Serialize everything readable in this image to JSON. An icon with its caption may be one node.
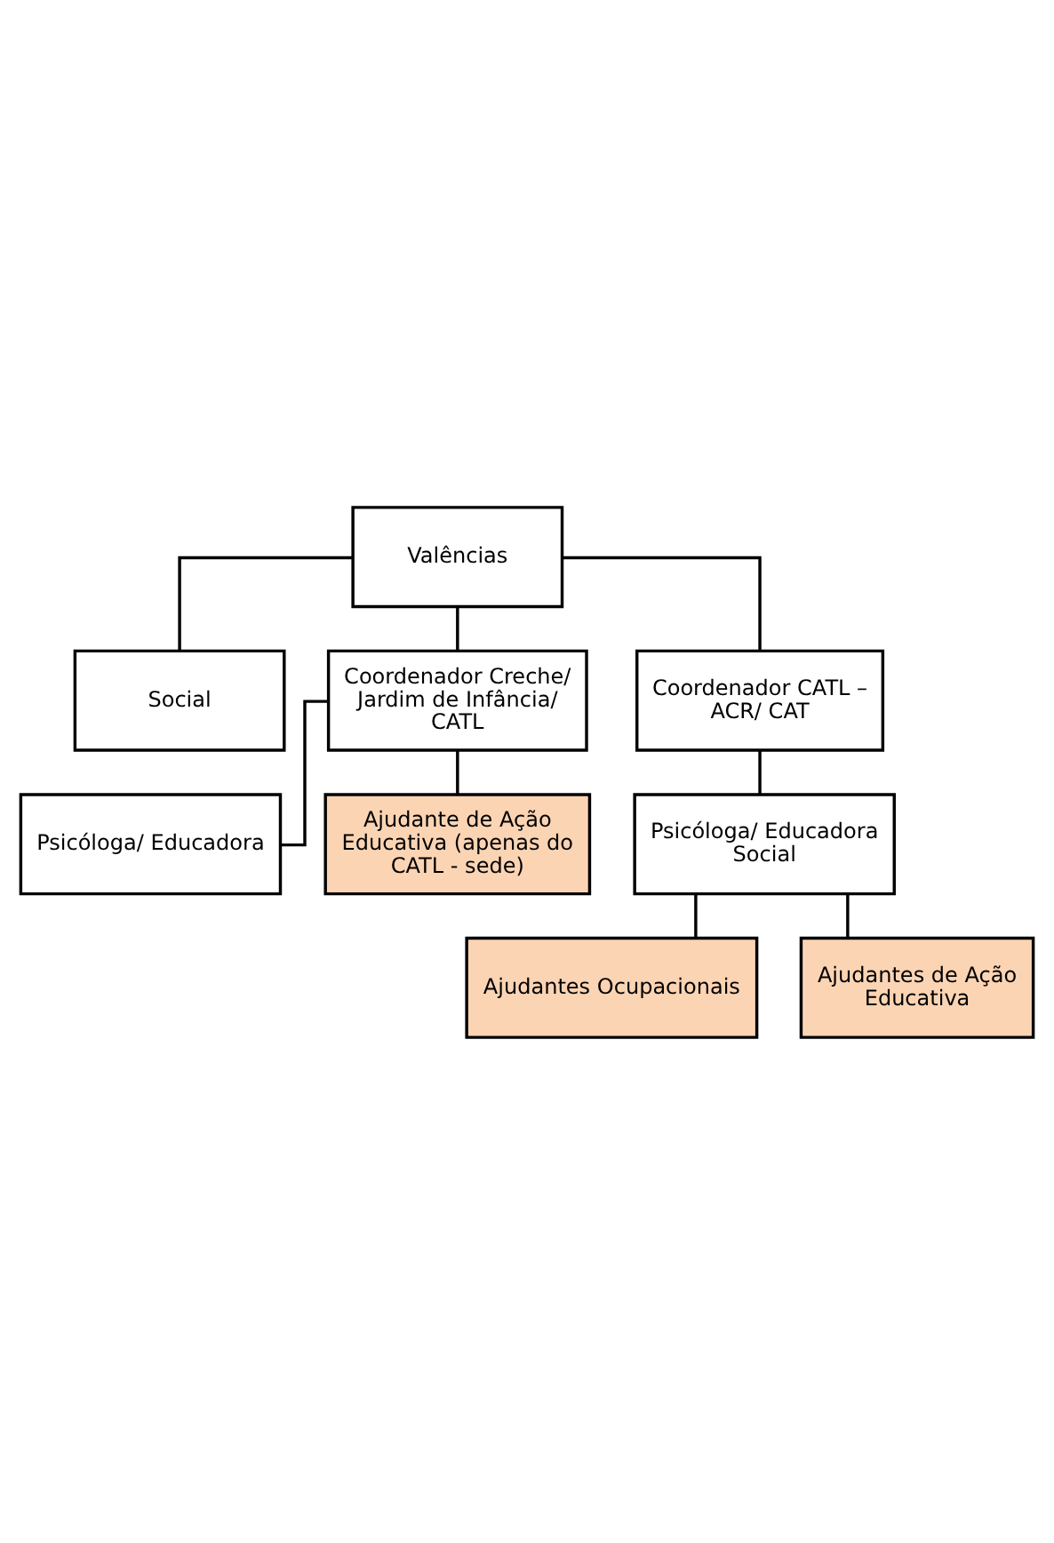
{
  "diagram": {
    "nodes": [
      {
        "text": [
          "Valências"
        ]
      },
      {
        "text": [
          "Social"
        ]
      },
      {
        "text": [
          "Coordenador Creche/ Jardim de Infância/ CATL"
        ]
      },
      {
        "text": [
          "Coordenador CATL – ACR/ CAT"
        ]
      },
      {
        "text": [
          "Psicóloga/ Educadora"
        ]
      },
      {
        "text": [
          "Ajudante de Ação Educativa (apenas do CATL - sede)"
        ]
      },
      {
        "text": [
          "Psicóloga/ Educadora Social"
        ]
      },
      {
        "text": [
          "Ajudantes Ocupacionais"
        ]
      },
      {
        "text": [
          "Ajudantes de Ação Educativa"
        ]
      }
    ],
    "edges": [
      {
        "from": 0,
        "to": 1,
        "arrow": "none"
      },
      {
        "from": 0,
        "to": 2,
        "arrow": "none"
      },
      {
        "from": 0,
        "to": 3,
        "arrow": "none"
      },
      {
        "from": 2,
        "to": 4,
        "arrow": "none"
      },
      {
        "from": 2,
        "to": 5,
        "arrow": "none"
      },
      {
        "from": 3,
        "to": 6,
        "arrow": "none"
      },
      {
        "from": 6,
        "to": 7,
        "arrow": "none"
      },
      {
        "from": 6,
        "to": 8,
        "arrow": "none"
      }
    ]
  }
}
